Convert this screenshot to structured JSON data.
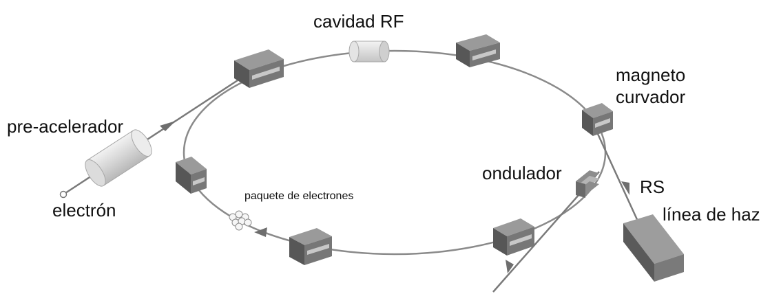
{
  "labels": {
    "rf_cavity": "cavidad RF",
    "bending_magnet_line1": "magneto",
    "bending_magnet_line2": "curvador",
    "pre_accelerator": "pre-acelerador",
    "undulator": "ondulador",
    "synchrotron_radiation": "RS",
    "electron": "electrón",
    "electron_bunch": "paquete de electrones",
    "beamline": "línea de haz"
  },
  "colors": {
    "ring": "#8a8a8a",
    "magnet_top": "#9a9a9a",
    "magnet_side": "#5e5e5e",
    "magnet_gap": "#c8c8c8",
    "cavity": "#d9d9d9",
    "beamline_box": "#7c7c7c",
    "text": "#111111"
  }
}
